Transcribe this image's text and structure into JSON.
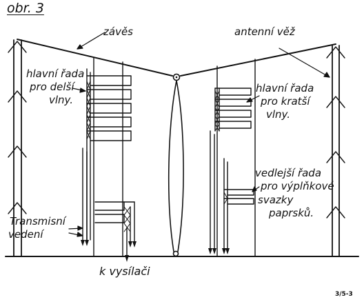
{
  "figure_label": "obr. 3",
  "labels": {
    "curtain": "závěs",
    "tower": "antenní věž",
    "main_row_long_1": "hlavní řada",
    "main_row_long_2": "pro delší",
    "main_row_long_3": "vlny.",
    "main_row_short_1": "hlavní řada",
    "main_row_short_2": "pro kratší",
    "main_row_short_3": "vlny.",
    "side_row_1": "vedlejší řada",
    "side_row_2": "pro výplňkové",
    "side_row_3": "svazky",
    "side_row_4": "paprsků.",
    "feed_line_1": "Transmisní",
    "feed_line_2": "vedení",
    "to_transmitter": "k vysílači"
  },
  "code": "3/5-3",
  "colors": {
    "ink": "#111111",
    "paper": "#ffffff"
  }
}
